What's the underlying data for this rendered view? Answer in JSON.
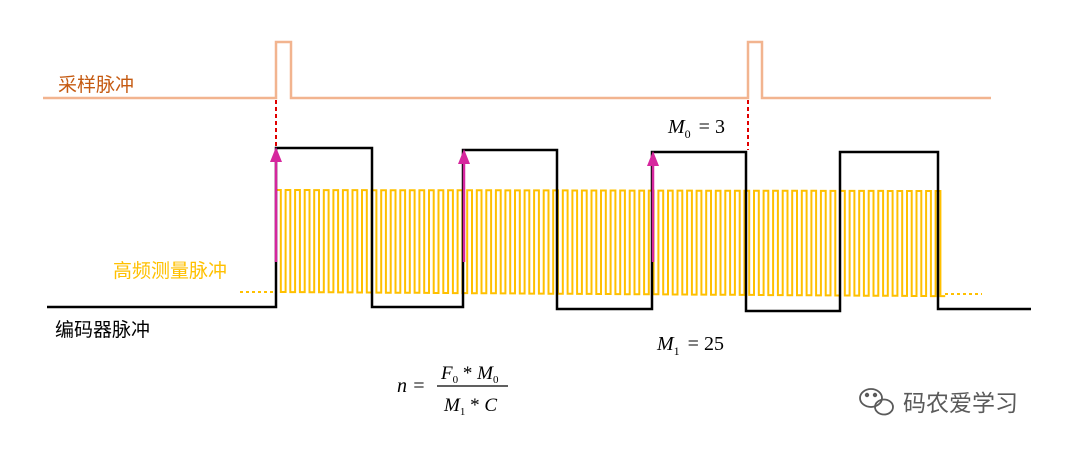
{
  "labels": {
    "sampling_pulse": "采样脉冲",
    "hf_pulse": "高频测量脉冲",
    "encoder_pulse": "编码器脉冲"
  },
  "annotations": {
    "m0_symbol": "M",
    "m0_sub": "0",
    "m0_value": "= 3",
    "m1_symbol": "M",
    "m1_sub": "1",
    "m1_value": "= 25"
  },
  "formula": {
    "lhs": "n =",
    "num_F": "F",
    "num_F_sub": "0",
    "num_star": " * ",
    "num_M": "M",
    "num_M_sub": "0",
    "den_M": "M",
    "den_M_sub": "1",
    "den_star": " * ",
    "den_C": "C"
  },
  "watermark": {
    "text": "码农爱学习"
  },
  "colors": {
    "sampling": "#f2b48f",
    "sampling_label": "#c55a11",
    "hf": "#ffc000",
    "hf_label": "#ffc000",
    "encoder": "#000000",
    "arrow": "#d6269e",
    "dashed_marker": "#e00000",
    "watermark": "#5a5a5a"
  }
}
